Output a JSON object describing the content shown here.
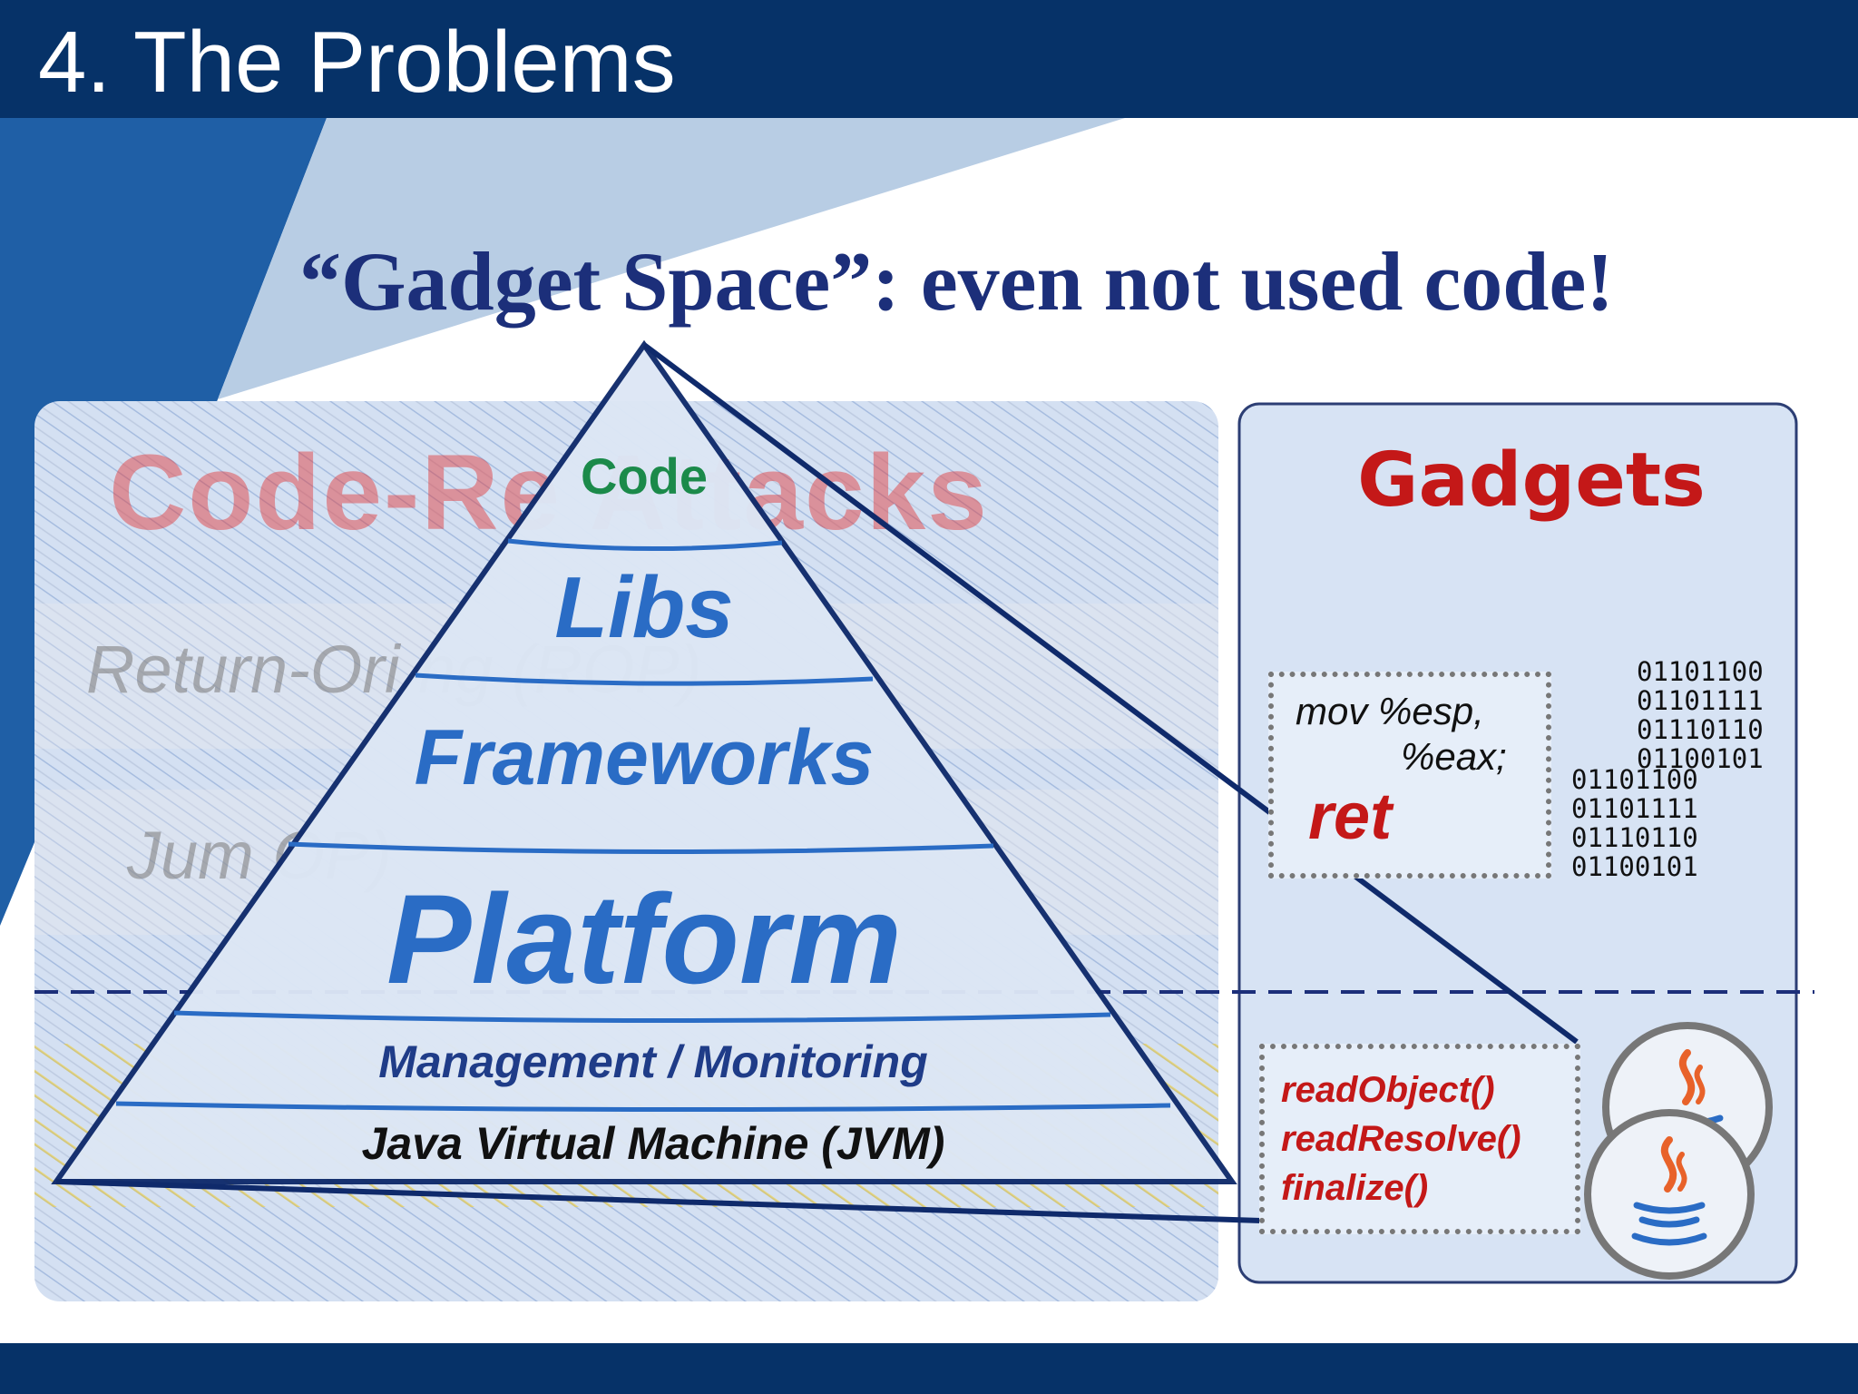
{
  "slide": {
    "title": "4. The Problems",
    "heading": "“Gadget Space”: even not used code!"
  },
  "background_panel": {
    "ghost_title": "Code-Re     Attacks",
    "ghost_rop": "Return-Ori                         ng (ROP)",
    "ghost_jop": "Jum                                  OP)"
  },
  "pyramid": {
    "layers": [
      "Code",
      "Libs",
      "Frameworks",
      "Platform",
      "Management / Monitoring",
      "Java Virtual Machine (JVM)"
    ]
  },
  "gadgets": {
    "title": "Gadgets",
    "asm": [
      "mov %esp,",
      "%eax;",
      "ret"
    ],
    "binary_top": [
      "01101100",
      "01101111",
      "01110110",
      "01100101"
    ],
    "binary_bottom": [
      "01101100",
      "01101111",
      "01110110",
      "01100101"
    ],
    "methods": [
      "readObject()",
      "readResolve()",
      "finalize()"
    ],
    "icons": [
      "java-icon",
      "java-icon"
    ]
  },
  "colors": {
    "header_blue": "#063268",
    "title_navy": "#1c2f7a",
    "layer_blue": "#2a6cc5",
    "code_green": "#1b8a4a",
    "gadget_red": "#c41818"
  }
}
